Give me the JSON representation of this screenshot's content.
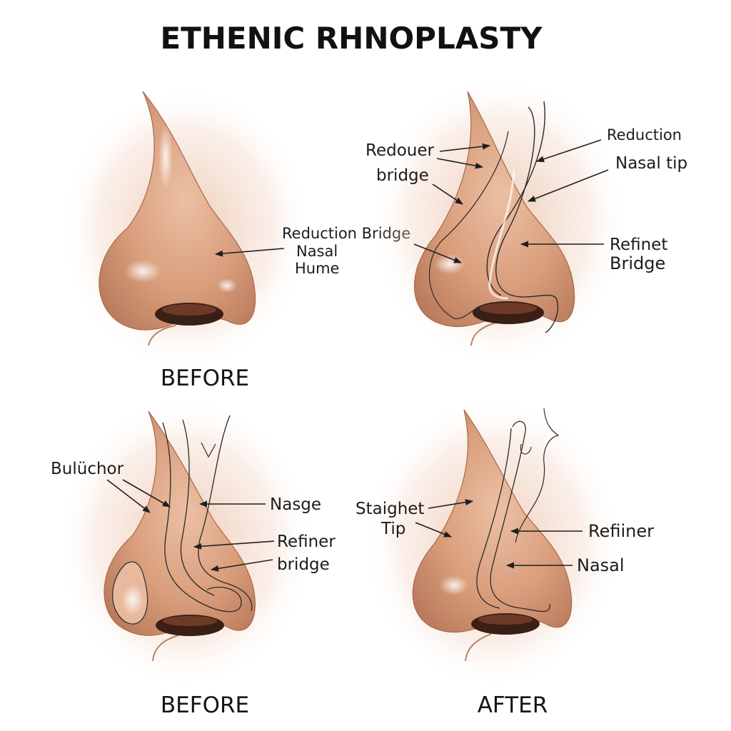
{
  "title": "ETHENIC RHNOPLASTY",
  "panels": {
    "top_left": {
      "caption": "BEFORE",
      "labels": {
        "line1": "Reduction Bridge",
        "line2": "Nasal",
        "line3": "Hume"
      }
    },
    "top_right": {
      "caption": "",
      "labels": {
        "redouer": "Redouer",
        "bridge": "bridge",
        "reduction": "Reduction",
        "nasal_tip": "Nasal tip",
        "refinet": "Refinet",
        "bridge2": "Bridge"
      }
    },
    "bottom_left": {
      "caption": "BEFORE",
      "labels": {
        "bulichor": "Bulüchor",
        "nasge": "Nasge",
        "refiner": "Refiner",
        "bridge": "bridge"
      }
    },
    "bottom_right": {
      "caption": "AFTER",
      "labels": {
        "staighet": "Staighet",
        "tip": "Tip",
        "refiiner": "Refiiner",
        "nasal": "Nasal"
      }
    }
  },
  "colors": {
    "skin_light": "#f3d3bd",
    "skin_mid": "#d99e7c",
    "skin_dark": "#b06e50",
    "nostril": "#3a1f16",
    "line": "#2a2a2a"
  }
}
